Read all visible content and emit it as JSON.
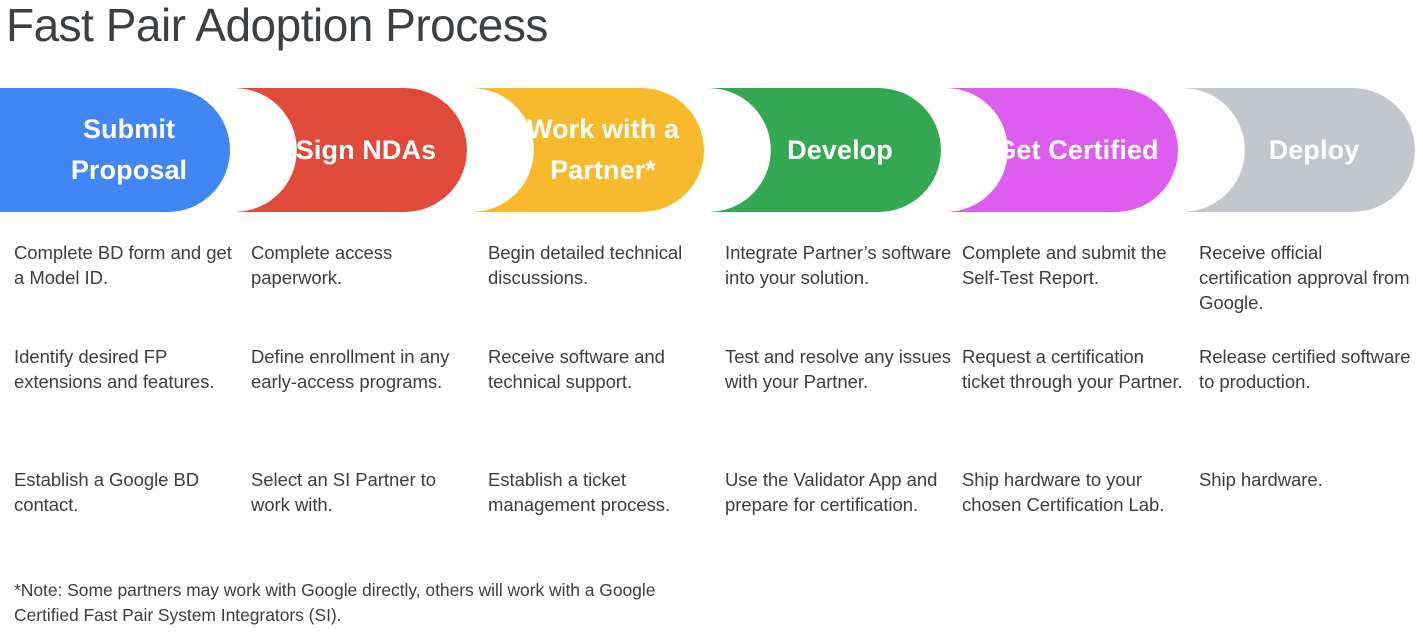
{
  "page": {
    "title": "Fast Pair Adoption Process",
    "background_color": "#ffffff",
    "text_color": "#3c4043"
  },
  "stages": [
    {
      "id": "submit-proposal",
      "label": "Submit Proposal",
      "color": "#4285F4",
      "bullets": [
        "Complete BD form and get a Model ID.",
        "Identify desired FP extensions and features.",
        "Establish a Google BD contact."
      ]
    },
    {
      "id": "sign-ndas",
      "label": "Sign NDAs",
      "color": "#E04A3B",
      "bullets": [
        "Complete access paperwork.",
        "Define enrollment in any early-access programs.",
        "Select an SI Partner to work with."
      ]
    },
    {
      "id": "work-with-a-partner",
      "label": "Work with a Partner*",
      "color": "#F7BA2D",
      "bullets": [
        "Begin detailed technical discussions.",
        "Receive software and technical support.",
        "Establish a ticket management process."
      ]
    },
    {
      "id": "develop",
      "label": "Develop",
      "color": "#34A853",
      "bullets": [
        "Integrate Partner’s software into your solution.",
        "Test and resolve any issues with your Partner.",
        "Use the Validator App and prepare for certification."
      ]
    },
    {
      "id": "get-certified",
      "label": "Get Certified",
      "color": "#DD5DEE",
      "bullets": [
        "Complete and submit the Self-Test Report.",
        "Request a certification ticket through your Partner.",
        "Ship hardware to your chosen Certification Lab."
      ]
    },
    {
      "id": "deploy",
      "label": "Deploy",
      "color": "#C3C7CC",
      "bullets": [
        "Receive official certification approval from Google.",
        "Release certified software to production.",
        "Ship hardware."
      ]
    }
  ],
  "footnote": "*Note: Some partners may work with Google directly, others will work with a Google Certified Fast Pair System Integrators (SI)."
}
